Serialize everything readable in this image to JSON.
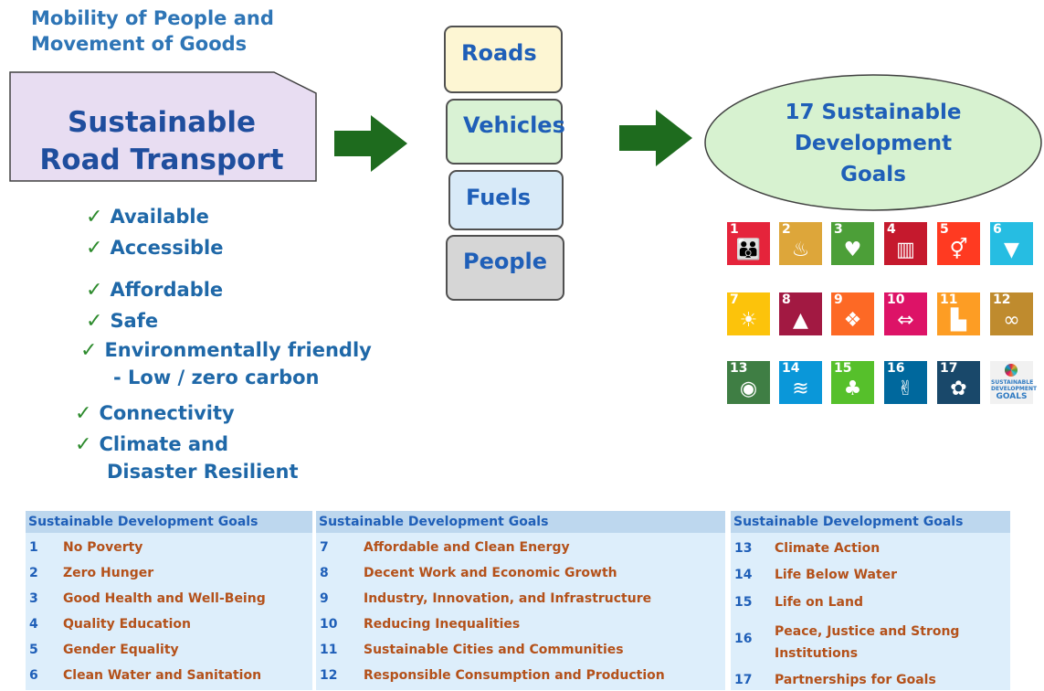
{
  "subtitle": [
    "Mobility of People and",
    "Movement of Goods"
  ],
  "main_title": [
    "Sustainable",
    "Road Transport"
  ],
  "stack": [
    "Roads",
    "Vehicles",
    "Fuels",
    "People"
  ],
  "attributes": [
    "Available",
    "Accessible",
    "Affordable",
    "Safe",
    "Environmentally friendly",
    "- Low / zero carbon",
    "Connectivity",
    "Climate and",
    "Disaster Resilient"
  ],
  "check_mark": "✓",
  "goals_ellipse": [
    "17 Sustainable",
    "Development",
    "Goals"
  ],
  "sdg_icons": [
    {
      "num": "1",
      "color": "#E5243B",
      "icon": "people-icon",
      "glyph": "👪"
    },
    {
      "num": "2",
      "color": "#DDA63A",
      "icon": "bowl-icon",
      "glyph": "♨"
    },
    {
      "num": "3",
      "color": "#4C9F38",
      "icon": "heartbeat-icon",
      "glyph": "♥"
    },
    {
      "num": "4",
      "color": "#C5192D",
      "icon": "book-icon",
      "glyph": "▥"
    },
    {
      "num": "5",
      "color": "#FF3A21",
      "icon": "gender-icon",
      "glyph": "⚥"
    },
    {
      "num": "6",
      "color": "#26BDE2",
      "icon": "water-glass-icon",
      "glyph": "▼"
    },
    {
      "num": "7",
      "color": "#FCC30B",
      "icon": "sun-icon",
      "glyph": "☀"
    },
    {
      "num": "8",
      "color": "#A21942",
      "icon": "growth-chart-icon",
      "glyph": "▲"
    },
    {
      "num": "9",
      "color": "#FD6925",
      "icon": "cubes-icon",
      "glyph": "❖"
    },
    {
      "num": "10",
      "color": "#DD1367",
      "icon": "equality-icon",
      "glyph": "⇔"
    },
    {
      "num": "11",
      "color": "#FD9D24",
      "icon": "city-icon",
      "glyph": "▙"
    },
    {
      "num": "12",
      "color": "#BF8B2E",
      "icon": "infinity-icon",
      "glyph": "∞"
    },
    {
      "num": "13",
      "color": "#3F7E44",
      "icon": "eye-globe-icon",
      "glyph": "◉"
    },
    {
      "num": "14",
      "color": "#0A97D9",
      "icon": "fish-icon",
      "glyph": "≋"
    },
    {
      "num": "15",
      "color": "#56C02B",
      "icon": "tree-icon",
      "glyph": "♣"
    },
    {
      "num": "16",
      "color": "#00689D",
      "icon": "dove-icon",
      "glyph": "✌"
    },
    {
      "num": "17",
      "color": "#19486A",
      "icon": "flower-icon",
      "glyph": "✿"
    }
  ],
  "sdg_logo": {
    "line1": "SUSTAINABLE",
    "line2": "DEVELOPMENT",
    "line3": "GOALS"
  },
  "tables": [
    {
      "header": "Sustainable Development Goals",
      "rows": [
        [
          "1",
          "No Poverty"
        ],
        [
          "2",
          "Zero Hunger"
        ],
        [
          "3",
          "Good Health and Well-Being"
        ],
        [
          "4",
          "Quality Education"
        ],
        [
          "5",
          "Gender Equality"
        ],
        [
          "6",
          "Clean Water and Sanitation"
        ]
      ]
    },
    {
      "header": "Sustainable Development Goals",
      "rows": [
        [
          "7",
          "Affordable and Clean Energy"
        ],
        [
          "8",
          "Decent Work and Economic Growth"
        ],
        [
          "9",
          "Industry, Innovation, and Infrastructure"
        ],
        [
          "10",
          "Reducing Inequalities"
        ],
        [
          "11",
          "Sustainable Cities and Communities"
        ],
        [
          "12",
          "Responsible Consumption and Production"
        ]
      ]
    },
    {
      "header": "Sustainable Development Goals",
      "rows": [
        [
          "13",
          "Climate  Action"
        ],
        [
          "14",
          "Life Below Water"
        ],
        [
          "15",
          "Life on Land"
        ],
        [
          "16",
          "Peace, Justice and Strong Institutions"
        ],
        [
          "17",
          "Partnerships for Goals"
        ]
      ]
    }
  ],
  "colors": {
    "title_blue": "#1F4E9E",
    "subtitle_blue": "#2E75B6",
    "arrow_green": "#1E6B1E",
    "check_green": "#2D8B2D",
    "table_bg": "#DDEEFB",
    "table_header": "#BDD7EE",
    "goal_text": "#B4511A"
  }
}
